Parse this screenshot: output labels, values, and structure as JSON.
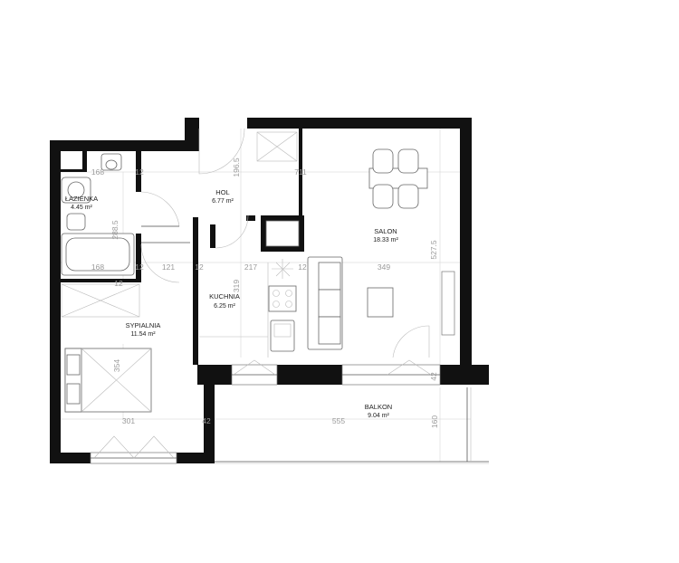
{
  "rooms": {
    "lazienka": {
      "name": "ŁAZIENKA",
      "area": "4.45 m²"
    },
    "hol": {
      "name": "HOL",
      "area": "6.77 m²"
    },
    "salon": {
      "name": "SALON",
      "area": "18.33 m²"
    },
    "kuchnia": {
      "name": "KUCHNIA",
      "area": "6.25 m²"
    },
    "sypialnia": {
      "name": "SYPIALNIA",
      "area": "11.54 m²"
    },
    "balkon": {
      "name": "BALKON",
      "area": "9.04 m²"
    }
  },
  "dimensions": {
    "bath_top_width": "168",
    "bath_bottom_width": "168",
    "bath_height": "288.5",
    "hol_width": "121",
    "hol_height": "196.5",
    "salon_top_width": "711",
    "salon_width": "349",
    "salon_height": "527.5",
    "kitchen_width": "217",
    "kitchen_height": "319",
    "bedroom_width": "301",
    "bedroom_height": "354",
    "balcony_width": "555",
    "balcony_depth": "160",
    "wall_12_a": "12",
    "wall_12_b": "12",
    "wall_12_c": "12",
    "wall_12_d": "12",
    "wall_12_e": "12",
    "wall_42_a": "42",
    "wall_42_b": "42"
  }
}
